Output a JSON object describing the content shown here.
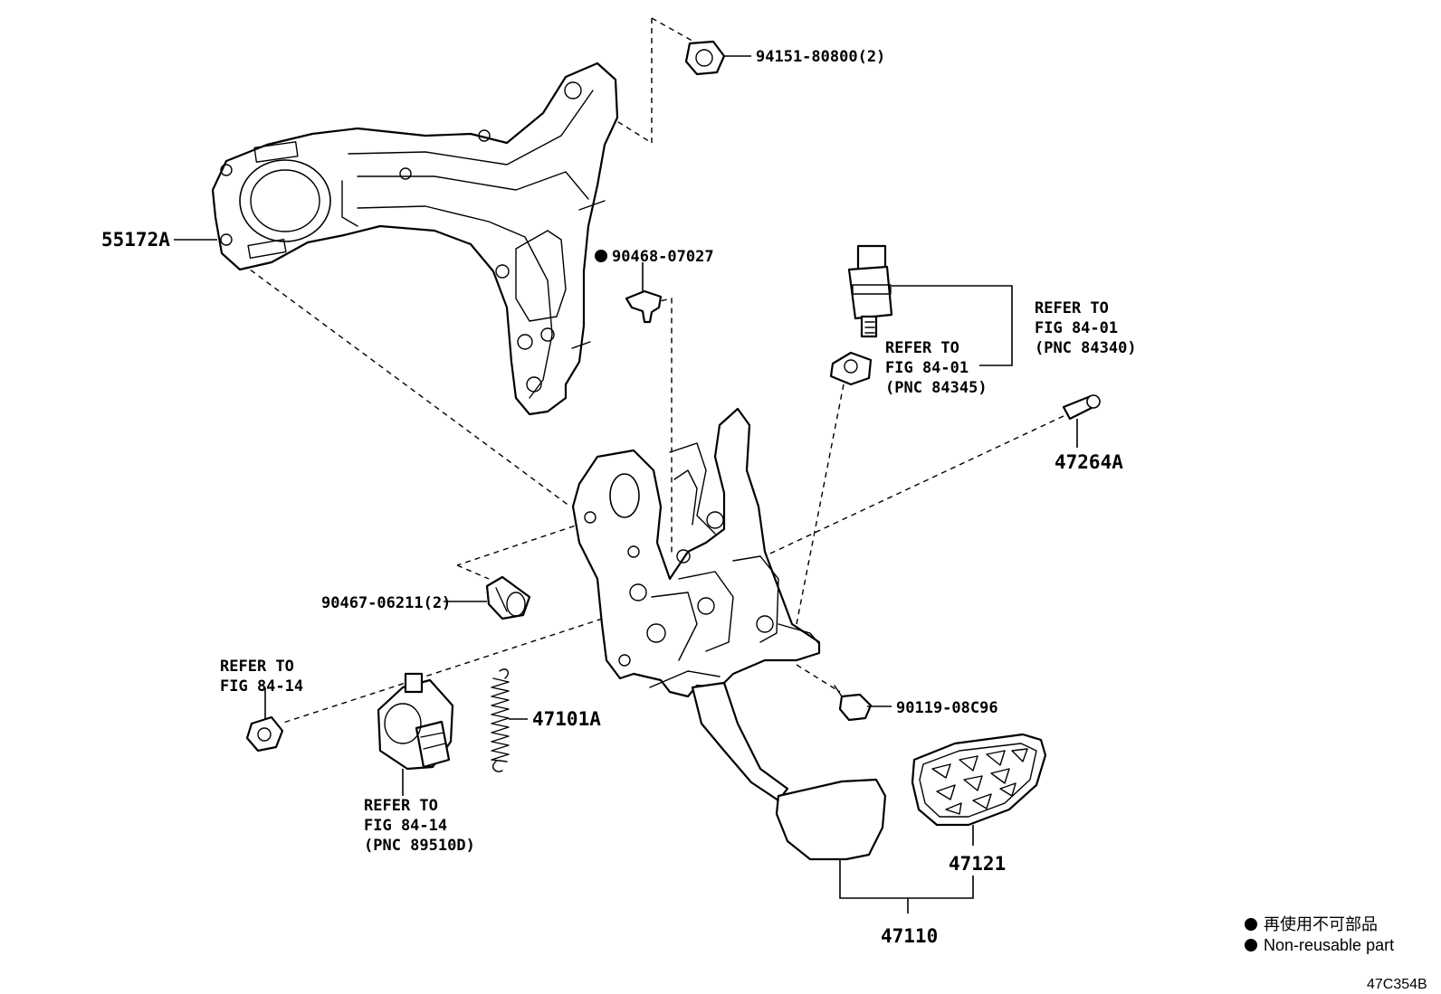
{
  "diagram": {
    "code": "47C354B",
    "legend": {
      "line1": "再使用不可部品",
      "line2": "Non-reusable part"
    },
    "labels": {
      "p94151": "94151-80800(2)",
      "p55172A": "55172A",
      "p90468": "90468-07027",
      "p47264A": "47264A",
      "p90467": "90467-06211(2)",
      "p47101A": "47101A",
      "p90119": "90119-08C96",
      "p47121": "47121",
      "p47110": "47110"
    },
    "refs": {
      "switch_top": [
        "REFER TO",
        "FIG 84-01",
        "(PNC 84340)"
      ],
      "switch_cushion": [
        "REFER TO",
        "FIG 84-01",
        "(PNC 84345)"
      ],
      "nut_left": [
        "REFER TO",
        "FIG 84-14"
      ],
      "sensor": [
        "REFER TO",
        "FIG 84-14",
        "(PNC 89510D)"
      ]
    }
  }
}
